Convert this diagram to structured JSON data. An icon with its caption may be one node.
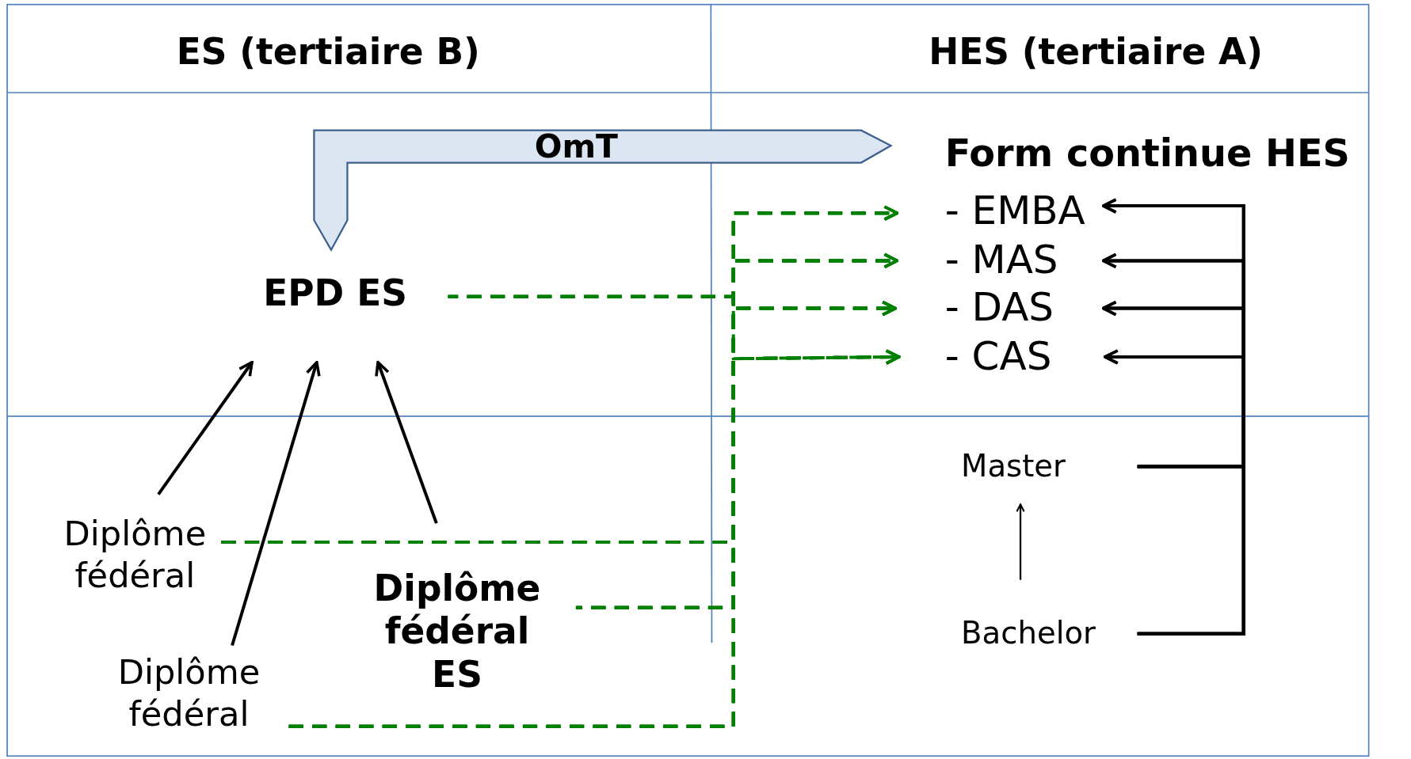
{
  "diagram": {
    "nodes": [
      {
        "text": [
          "OmT"
        ]
      },
      {
        "text": [
          "EPD ES"
        ]
      },
      {
        "text": [
          "Form continue HES"
        ]
      },
      {
        "text": [
          "- EMBA"
        ]
      },
      {
        "text": [
          "- MAS"
        ]
      },
      {
        "text": [
          "- DAS"
        ]
      },
      {
        "text": [
          "- CAS"
        ]
      },
      {
        "text": [
          "Diplôme fédéral"
        ]
      },
      {
        "text": [
          "Diplôme fédéral"
        ]
      },
      {
        "text": [
          "Diplôme fédéral ES"
        ]
      },
      {
        "text": [
          "Master"
        ]
      },
      {
        "text": [
          "Bachelor"
        ]
      }
    ],
    "edges": [
      {
        "from": 7,
        "to": 1,
        "arrow": "to",
        "color": "#000000"
      },
      {
        "from": 8,
        "to": 1,
        "arrow": "to",
        "color": "#000000"
      },
      {
        "from": 9,
        "to": 1,
        "arrow": "to",
        "color": "#000000"
      },
      {
        "from": 1,
        "to": 3,
        "arrow": "to",
        "style": "dashed"
      },
      {
        "from": 1,
        "to": 4,
        "arrow": "to",
        "style": "dashed"
      },
      {
        "from": 1,
        "to": 5,
        "arrow": "to",
        "style": "dashed"
      },
      {
        "from": 1,
        "to": 6,
        "arrow": "to",
        "style": "dashed"
      },
      {
        "from": 7,
        "to": 3,
        "arrow": "to",
        "style": "dashed"
      },
      {
        "from": 7,
        "to": 4,
        "arrow": "to",
        "style": "dashed"
      },
      {
        "from": 7,
        "to": 5,
        "arrow": "to",
        "style": "dashed"
      },
      {
        "from": 7,
        "to": 6,
        "arrow": "to",
        "style": "dashed"
      },
      {
        "from": 9,
        "to": 3,
        "arrow": "to",
        "style": "dashed"
      },
      {
        "from": 9,
        "to": 4,
        "arrow": "to",
        "style": "dashed"
      },
      {
        "from": 9,
        "to": 5,
        "arrow": "to",
        "style": "dashed"
      },
      {
        "from": 9,
        "to": 6,
        "arrow": "to",
        "style": "dashed"
      },
      {
        "from": 8,
        "to": 3,
        "arrow": "to",
        "style": "dashed"
      },
      {
        "from": 8,
        "to": 4,
        "arrow": "to",
        "style": "dashed"
      },
      {
        "from": 8,
        "to": 5,
        "arrow": "to",
        "style": "dashed"
      },
      {
        "from": 8,
        "to": 6,
        "arrow": "to",
        "style": "dashed"
      },
      {
        "from": 10,
        "to": 3,
        "arrow": "to",
        "color": "#000000"
      },
      {
        "from": 10,
        "to": 4,
        "arrow": "to",
        "color": "#000000"
      },
      {
        "from": 10,
        "to": 5,
        "arrow": "to",
        "color": "#000000"
      },
      {
        "from": 10,
        "to": 6,
        "arrow": "to",
        "color": "#000000"
      },
      {
        "from": 11,
        "to": 3,
        "arrow": "to",
        "color": "#000000"
      },
      {
        "from": 11,
        "to": 4,
        "arrow": "to",
        "color": "#000000"
      },
      {
        "from": 11,
        "to": 5,
        "arrow": "to",
        "color": "#000000"
      },
      {
        "from": 11,
        "to": 6,
        "arrow": "to",
        "color": "#000000"
      },
      {
        "from": 11,
        "to": 10,
        "arrow": "to",
        "color": "#000000"
      }
    ],
    "labels": [
      "ES (tertiaire B)",
      "HES (tertiaire A)"
    ]
  }
}
